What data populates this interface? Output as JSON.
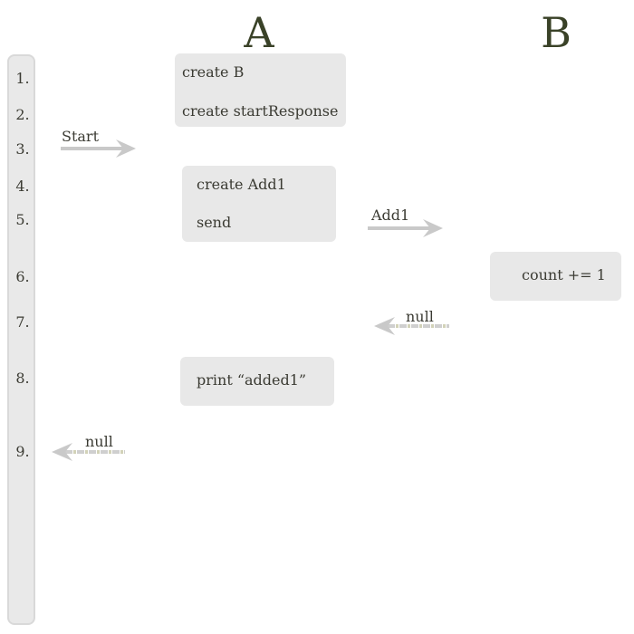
{
  "lanes": {
    "a": "A",
    "b": "B"
  },
  "steps": [
    "1.",
    "2.",
    "3.",
    "4.",
    "5.",
    "6.",
    "7.",
    "8.",
    "9."
  ],
  "boxes": {
    "a_init": {
      "line1": "create  B",
      "line2": "create startResponse"
    },
    "a_add": {
      "line1": "create Add1",
      "line2": "send"
    },
    "b_count": {
      "line1": "count += 1"
    },
    "a_print": {
      "line1": "print “added1”"
    }
  },
  "messages": {
    "start": "Start",
    "add1": "Add1",
    "null_b_to_a": "null",
    "null_a_to_caller": "null"
  },
  "colors": {
    "box_fill": "#e8e8e8",
    "arrow": "#c9c9c9",
    "dashed_return_dot": "#d2d2b8",
    "lane_header": "#3a4228"
  }
}
